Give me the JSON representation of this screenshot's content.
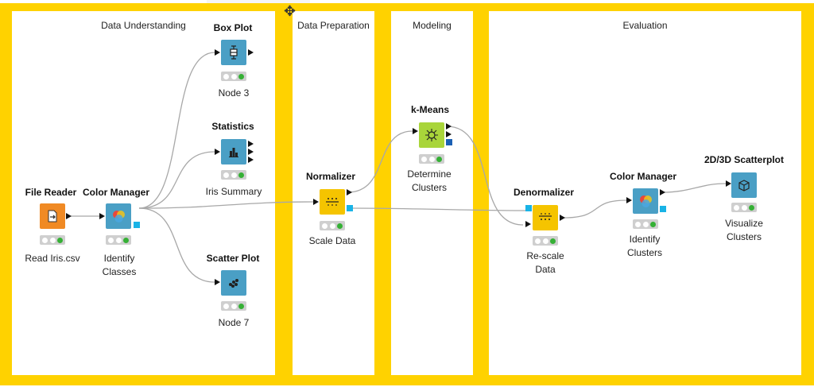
{
  "annotations": [
    {
      "id": "data-understanding",
      "title": "Data Understanding"
    },
    {
      "id": "data-preparation",
      "title": "Data Preparation"
    },
    {
      "id": "modeling",
      "title": "Modeling"
    },
    {
      "id": "evaluation",
      "title": "Evaluation"
    }
  ],
  "nodes": {
    "file_reader": {
      "title": "File Reader",
      "label": "Read Iris.csv",
      "color": "#f08a24",
      "icon": "file-import-icon"
    },
    "color_manager_1": {
      "title": "Color Manager",
      "label": "Identify\nClasses",
      "color": "#4a9fc5",
      "icon": "color-palette-icon"
    },
    "box_plot": {
      "title": "Box Plot",
      "label": "Node 3",
      "color": "#4a9fc5",
      "icon": "box-plot-icon"
    },
    "statistics": {
      "title": "Statistics",
      "label": "Iris Summary",
      "color": "#4a9fc5",
      "icon": "statistics-icon"
    },
    "scatter_plot": {
      "title": "Scatter Plot",
      "label": "Node 7",
      "color": "#4a9fc5",
      "icon": "scatter-dots-icon"
    },
    "normalizer": {
      "title": "Normalizer",
      "label": "Scale Data",
      "color": "#f5c400",
      "icon": "normalize-icon"
    },
    "kmeans": {
      "title": "k-Means",
      "label": "Determine\nClusters",
      "color": "#a9d53a",
      "icon": "cluster-icon"
    },
    "denormalizer": {
      "title": "Denormalizer",
      "label": "Re-scale\nData",
      "color": "#f5c400",
      "icon": "denormalize-icon"
    },
    "color_manager_2": {
      "title": "Color Manager",
      "label": "Identify\nClusters",
      "color": "#4a9fc5",
      "icon": "color-palette-icon"
    },
    "scatter3d": {
      "title": "2D/3D Scatterplot",
      "label": "Visualize\nClusters",
      "color": "#4a9fc5",
      "icon": "cube-icon"
    }
  },
  "colors": {
    "frame": "#ffd200",
    "port_model": "#19b3e6",
    "port_kmeans_model": "#1a5fb4",
    "status_green": "#35b035",
    "wire": "#a8a8a8"
  }
}
